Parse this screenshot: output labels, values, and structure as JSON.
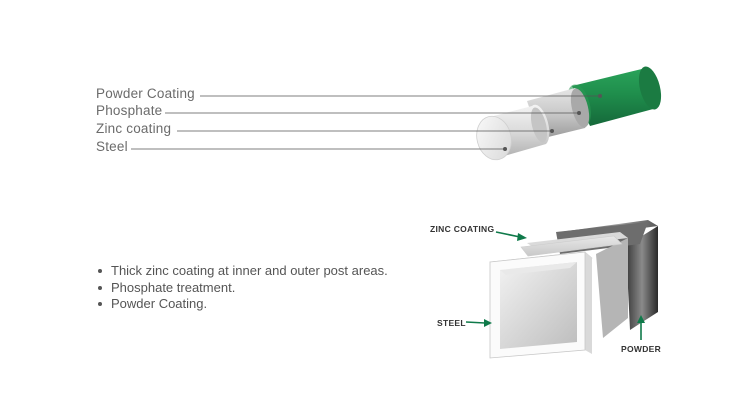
{
  "cylinder_diagram": {
    "labels": [
      "Powder Coating",
      "Phosphate",
      "Zinc coating",
      "Steel"
    ]
  },
  "bullets": [
    "Thick zinc coating at inner and outer post areas.",
    "Phosphate treatment.",
    "Powder Coating."
  ],
  "square_diagram": {
    "zinc_label": "ZINC COATING",
    "steel_label": "STEEL",
    "powder_label": "POWDER"
  },
  "colors": {
    "powder_green": "#1e8a4a",
    "arrow_green": "#0f7a4a",
    "steel_grey": "#d4d4d4",
    "leader_line": "#555555"
  }
}
